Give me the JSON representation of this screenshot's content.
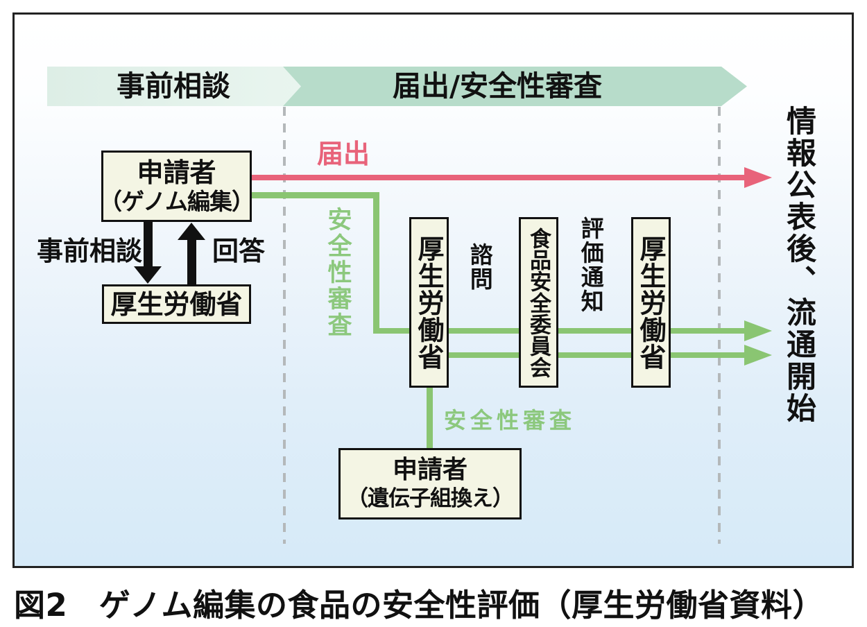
{
  "figure": {
    "caption": "図2　ゲノム編集の食品の安全性評価（厚生労働省資料）"
  },
  "phases": {
    "phase1": "事前相談",
    "phase2": "届出/安全性審査"
  },
  "nodes": {
    "applicant_genome": {
      "line1": "申請者",
      "line2": "（ゲノム編集）"
    },
    "mhlw_prior": "厚生労働省",
    "mhlw_review1": "厚生労働省",
    "food_safety_commission": "食品安全委員会",
    "mhlw_review2": "厚生労働省",
    "applicant_gmo": {
      "line1": "申請者",
      "line2": "（遺伝子組換え）"
    }
  },
  "flow_labels": {
    "prior_consultation": "事前相談",
    "reply": "回答",
    "notification": "届出",
    "safety_review_vertical": "安全性審査",
    "consultation": "諮問",
    "evaluation_notice": "評価通知",
    "safety_review_horizontal": "安全性審査",
    "outcome": "情報公表後、流通開始"
  },
  "colors": {
    "notification_red": "#e8637a",
    "review_green": "#8ac572",
    "green_label": "#8cc87d",
    "banner_dark": "#b7dcca",
    "banner_light": "#ddeee6",
    "node_fill": "#f4f5e4",
    "background_bottom": "#d6eaf8",
    "dashed_separator": "#b4b8ba",
    "frame_border": "#222222"
  }
}
